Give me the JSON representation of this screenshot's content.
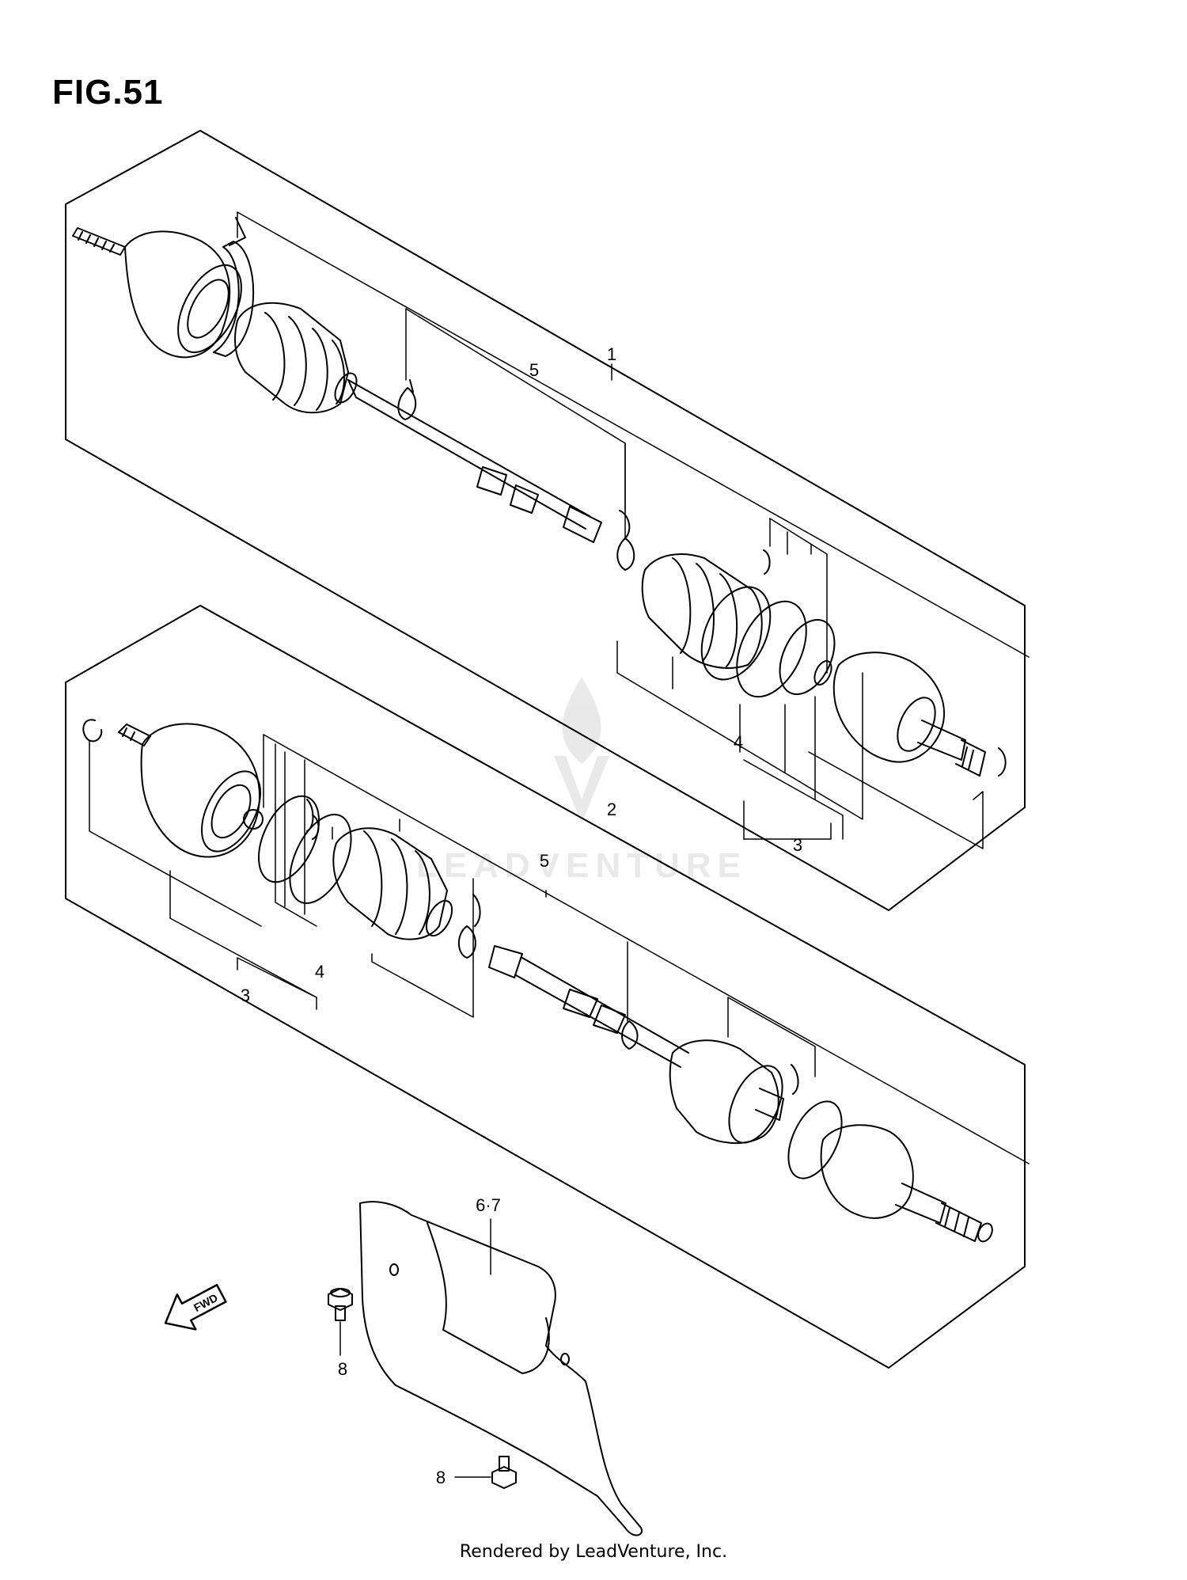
{
  "figure": {
    "title": "FIG.51"
  },
  "callouts": {
    "c1": "1",
    "c2": "2",
    "c3a": "3",
    "c3b": "3",
    "c4a": "4",
    "c4b": "4",
    "c5a": "5",
    "c5b": "5",
    "c67": "6·7",
    "c8a": "8",
    "c8b": "8"
  },
  "fwd_arrow": {
    "label": "FWD"
  },
  "watermark": {
    "text": "LEADVENTURE"
  },
  "footer": {
    "text": "Rendered by LeadVenture, Inc."
  }
}
